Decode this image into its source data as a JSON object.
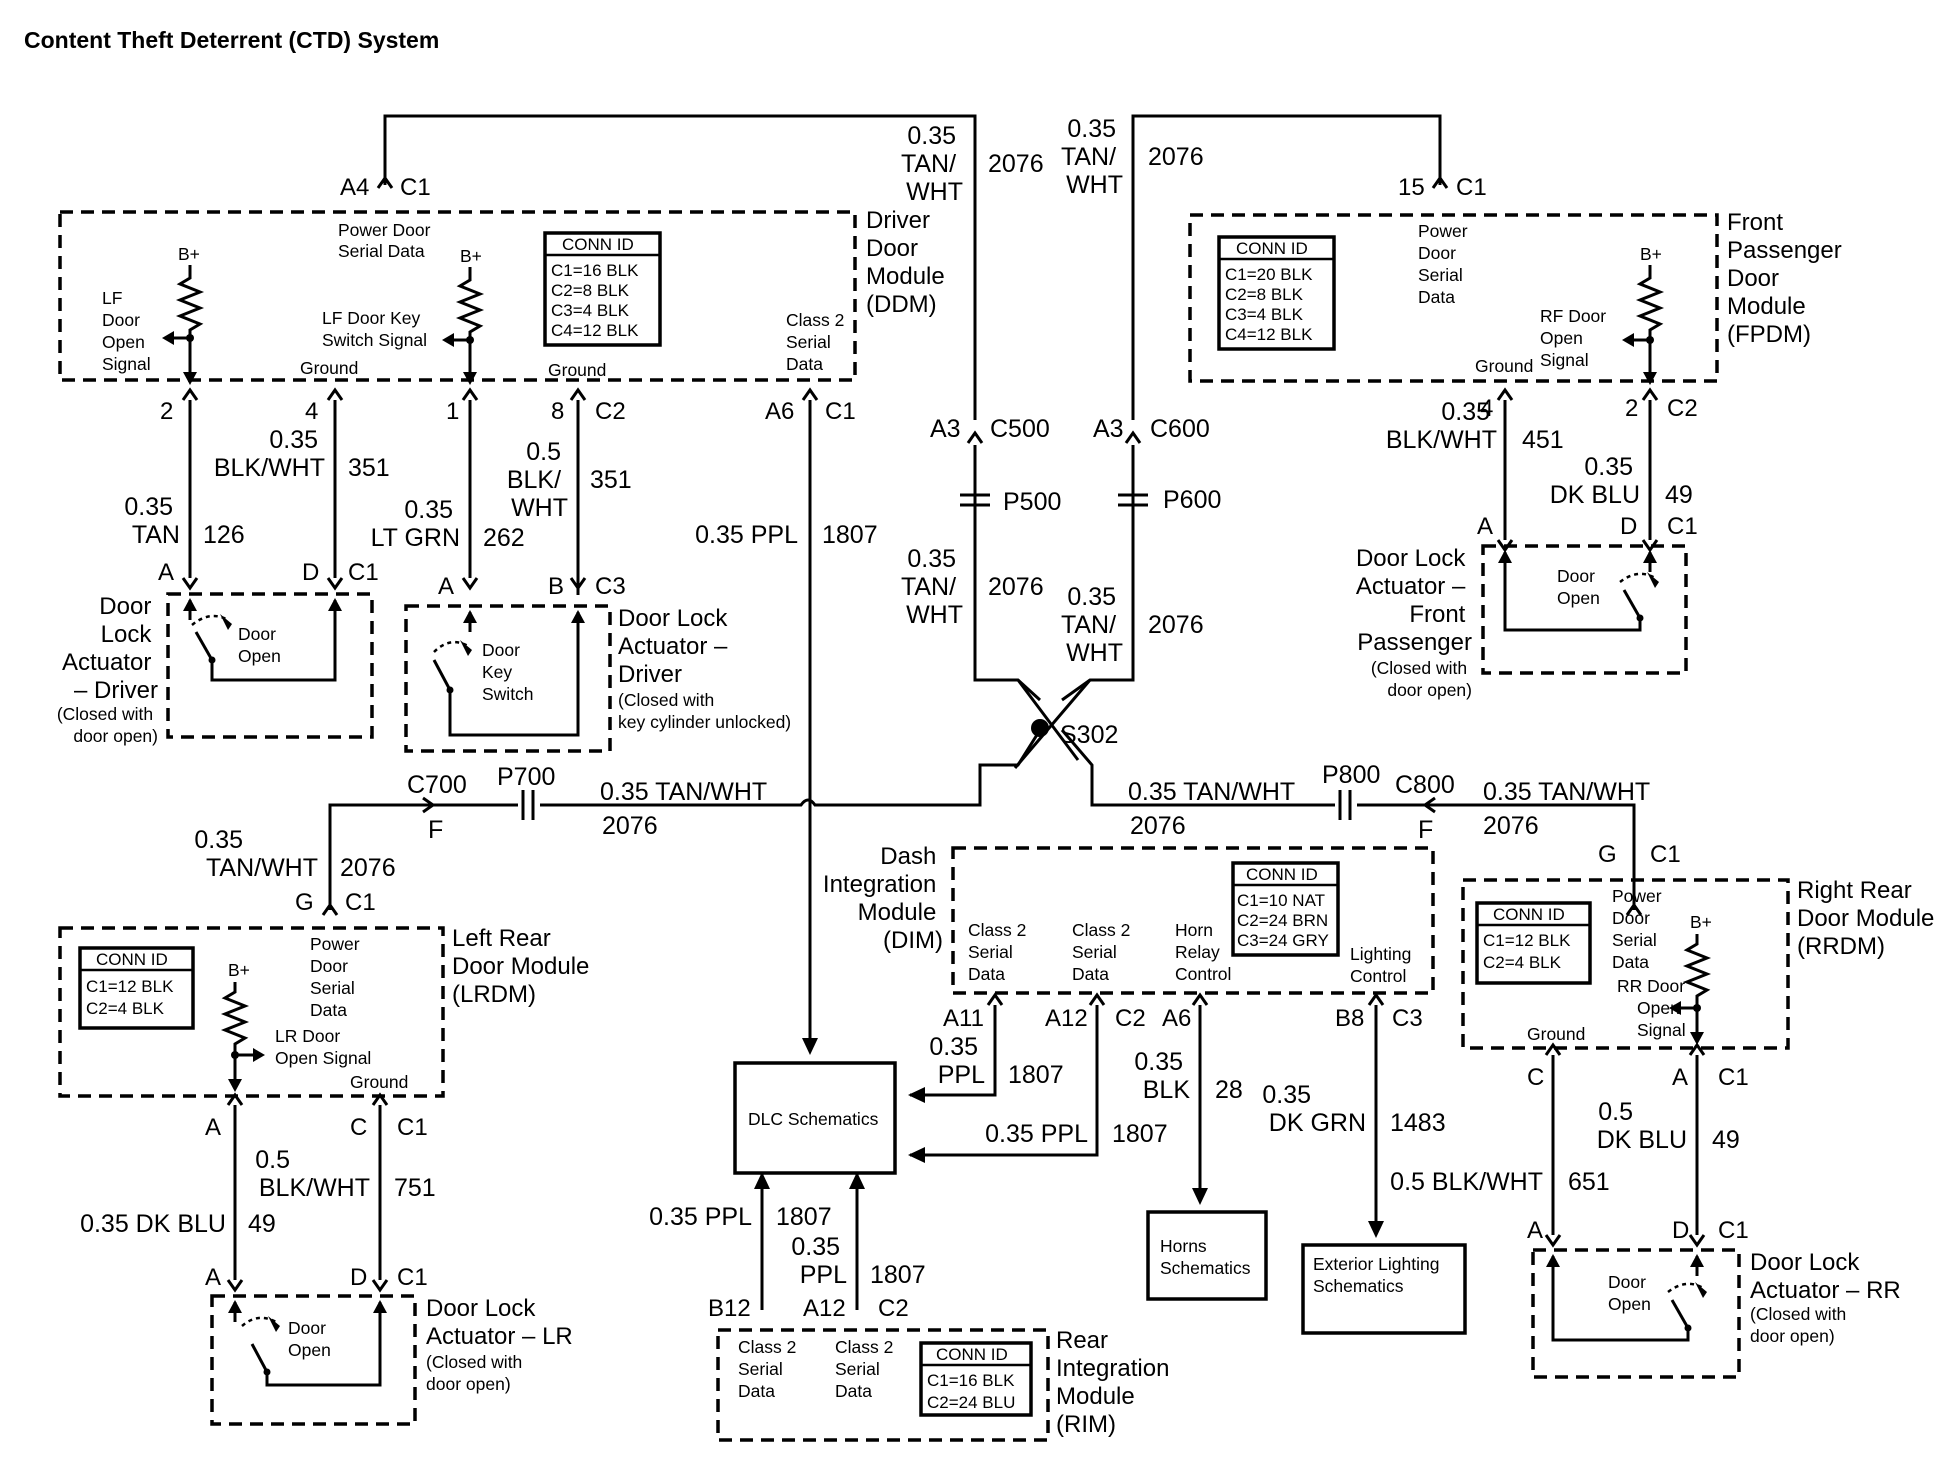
{
  "title": "Content Theft Deterrent (CTD) System",
  "ddm": {
    "name": [
      "Driver",
      "Door",
      "Module",
      "(DDM)"
    ],
    "conn_id_header": "CONN ID",
    "conn_id": [
      "C1=16 BLK",
      "C2=8 BLK",
      "C3=4 BLK",
      "C4=12 BLK"
    ],
    "power_door_serial_data": [
      "Power Door",
      "Serial Data"
    ],
    "bplus1": "B+",
    "bplus2": "B+",
    "lf_door_open_signal": [
      "LF",
      "Door",
      "Open",
      "Signal"
    ],
    "lf_door_key_switch_signal": [
      "LF Door Key",
      "Switch Signal"
    ],
    "ground1": "Ground",
    "ground2": "Ground",
    "class2_serial_data": [
      "Class 2",
      "Serial",
      "Data"
    ],
    "pin_a4": "A4",
    "conn_c1_top": "C1",
    "pin_2": "2",
    "pin_4": "4",
    "pin_1": "1",
    "pin_8": "8",
    "conn_c2": "C2",
    "pin_a6": "A6",
    "conn_c1_a6": "C1"
  },
  "fpdm": {
    "name": [
      "Front",
      "Passenger",
      "Door",
      "Module",
      "(FPDM)"
    ],
    "conn_id_header": "CONN ID",
    "conn_id": [
      "C1=20 BLK",
      "C2=8 BLK",
      "C3=4 BLK",
      "C4=12 BLK"
    ],
    "power_door_serial_data": [
      "Power",
      "Door",
      "Serial",
      "Data"
    ],
    "bplus": "B+",
    "rf_door_open_signal": [
      "RF Door",
      "Open",
      "Signal"
    ],
    "ground": "Ground",
    "pin_15": "15",
    "conn_c1_top": "C1",
    "pin_4": "4",
    "pin_2": "2",
    "conn_c2": "C2"
  },
  "dim": {
    "name": [
      "Dash",
      "Integration",
      "Module",
      "(DIM)"
    ],
    "conn_id_header": "CONN ID",
    "conn_id": [
      "C1=10 NAT",
      "C2=24 BRN",
      "C3=24 GRY"
    ],
    "class2_a": [
      "Class 2",
      "Serial",
      "Data"
    ],
    "class2_b": [
      "Class 2",
      "Serial",
      "Data"
    ],
    "horn_relay_control": [
      "Horn",
      "Relay",
      "Control"
    ],
    "lighting_control": [
      "Lighting",
      "Control"
    ],
    "pin_a11": "A11",
    "pin_a12": "A12",
    "conn_c2": "C2",
    "pin_a6": "A6",
    "pin_b8": "B8",
    "conn_c3": "C3"
  },
  "lrdm": {
    "name": [
      "Left Rear",
      "Door Module",
      "(LRDM)"
    ],
    "conn_id_header": "CONN ID",
    "conn_id": [
      "C1=12 BLK",
      "C2=4 BLK"
    ],
    "power_door_serial_data": [
      "Power",
      "Door",
      "Serial",
      "Data"
    ],
    "bplus": "B+",
    "lr_door_open_signal": [
      "LR Door",
      "Open Signal"
    ],
    "ground": "Ground",
    "pin_g": "G",
    "conn_c1_top": "C1",
    "pin_a": "A",
    "pin_c": "C",
    "conn_c1_bottom": "C1"
  },
  "rrdm": {
    "name": [
      "Right Rear",
      "Door Module",
      "(RRDM)"
    ],
    "conn_id_header": "CONN ID",
    "conn_id": [
      "C1=12 BLK",
      "C2=4 BLK"
    ],
    "power_door_serial_data": [
      "Power",
      "Door",
      "Serial",
      "Data"
    ],
    "bplus": "B+",
    "rr_door_open_signal": [
      "RR Door",
      "Open",
      "Signal"
    ],
    "ground": "Ground",
    "pin_g": "G",
    "conn_c1_top": "C1",
    "pin_c": "C",
    "pin_a": "A",
    "conn_c1_bottom": "C1"
  },
  "rim": {
    "name": [
      "Rear",
      "Integration",
      "Module",
      "(RIM)"
    ],
    "conn_id_header": "CONN ID",
    "conn_id": [
      "C1=16 BLK",
      "C2=24 BLU"
    ],
    "class2_a": [
      "Class 2",
      "Serial",
      "Data"
    ],
    "class2_b": [
      "Class 2",
      "Serial",
      "Data"
    ],
    "pin_b12": "B12",
    "pin_a12": "A12",
    "conn_c2": "C2"
  },
  "actuators": {
    "driver": {
      "name": [
        "Door",
        "Lock",
        "Actuator",
        "– Driver"
      ],
      "note": [
        "(Closed with",
        "door open)"
      ],
      "switch": [
        "Door",
        "Open"
      ],
      "pin_a": "A",
      "pin_d": "D",
      "conn_c1": "C1"
    },
    "driver_key": {
      "name": [
        "Door Lock",
        "Actuator –",
        "Driver"
      ],
      "note": [
        "(Closed with",
        "key cylinder unlocked)"
      ],
      "switch": [
        "Door",
        "Key",
        "Switch"
      ],
      "pin_a": "A",
      "pin_b": "B",
      "conn_c3": "C3"
    },
    "front_passenger": {
      "name": [
        "Door Lock",
        "Actuator –",
        "Front",
        "Passenger"
      ],
      "note": [
        "(Closed with",
        "door open)"
      ],
      "switch": [
        "Door",
        "Open"
      ],
      "pin_a": "A",
      "pin_d": "D",
      "conn_c1": "C1"
    },
    "lr": {
      "name": [
        "Door Lock",
        "Actuator – LR"
      ],
      "note": [
        "(Closed with",
        "door open)"
      ],
      "switch": [
        "Door",
        "Open"
      ],
      "pin_a": "A",
      "pin_d": "D",
      "conn_c1": "C1"
    },
    "rr": {
      "name": [
        "Door Lock",
        "Actuator – RR"
      ],
      "note": [
        "(Closed with",
        "door open)"
      ],
      "switch": [
        "Door",
        "Open"
      ],
      "pin_a": "A",
      "pin_d": "D",
      "conn_c1": "C1"
    }
  },
  "schematics": {
    "dlc": "DLC Schematics",
    "horns": [
      "Horns",
      "Schematics"
    ],
    "exterior_lighting": [
      "Exterior Lighting",
      "Schematics"
    ]
  },
  "connectors": {
    "a3_left": "A3",
    "c500": "C500",
    "p500": "P500",
    "a3_right": "A3",
    "c600": "C600",
    "p600": "P600",
    "s302": "S302",
    "c700": "C700",
    "p700": "P700",
    "f_left": "F",
    "p800": "P800",
    "c800": "C800",
    "f_right": "F"
  },
  "wires": {
    "ddm_top_size": [
      "0.35",
      "TAN/",
      "WHT"
    ],
    "ddm_top_circuit": "2076",
    "fpdm_top_size": [
      "0.35",
      "TAN/",
      "WHT"
    ],
    "fpdm_top_circuit": "2076",
    "p500_below_size": [
      "0.35",
      "TAN/",
      "WHT"
    ],
    "p500_below_circuit": "2076",
    "p600_below_size": [
      "0.35",
      "TAN/",
      "WHT"
    ],
    "p600_below_circuit": "2076",
    "lf_door_open_size": [
      "0.35",
      "TAN"
    ],
    "lf_door_open_circuit": "126",
    "ddm_ground_size": [
      "0.35",
      "BLK/WHT"
    ],
    "ddm_ground_circuit": "351",
    "key_switch_size": [
      "0.35",
      "LT GRN"
    ],
    "key_switch_circuit": "262",
    "ddm_ground2_size": [
      "0.5",
      "BLK/",
      "WHT"
    ],
    "ddm_ground2_circuit": "351",
    "ddm_class2_size": "0.35 PPL",
    "ddm_class2_circuit": "1807",
    "fpdm_ground_size": [
      "0.35",
      "BLK/WHT"
    ],
    "fpdm_ground_circuit": "451",
    "rf_door_open_size": [
      "0.35",
      "DK BLU"
    ],
    "rf_door_open_circuit": "49",
    "left_bus_size": "0.35 TAN/WHT",
    "left_bus_circuit": "2076",
    "right_bus_size": "0.35 TAN/WHT",
    "right_bus_circuit": "2076",
    "right_bus2_size": "0.35 TAN/WHT",
    "right_bus2_circuit": "2076",
    "lrdm_feed_size": [
      "0.35",
      "TAN/WHT"
    ],
    "lrdm_feed_circuit": "2076",
    "lrdm_ground_size": [
      "0.5",
      "BLK/WHT"
    ],
    "lrdm_ground_circuit": "751",
    "lr_door_open_size": "0.35 DK BLU",
    "lr_door_open_circuit": "49",
    "dim_a11_size": [
      "0.35",
      "PPL"
    ],
    "dim_a11_circuit": "1807",
    "dim_a12_size": "0.35 PPL",
    "dim_a12_circuit": "1807",
    "horn_size": [
      "0.35",
      "BLK"
    ],
    "horn_circuit": "28",
    "lighting_size": [
      "0.35",
      "DK GRN"
    ],
    "lighting_circuit": "1483",
    "rrdm_ground_size": "0.5 BLK/WHT",
    "rrdm_ground_circuit": "651",
    "rr_door_open_size": [
      "0.5",
      "DK BLU"
    ],
    "rr_door_open_circuit": "49",
    "rim_b12_size": "0.35 PPL",
    "rim_b12_circuit": "1807",
    "rim_a12_size": [
      "0.35",
      "PPL"
    ],
    "rim_a12_circuit": "1807"
  }
}
